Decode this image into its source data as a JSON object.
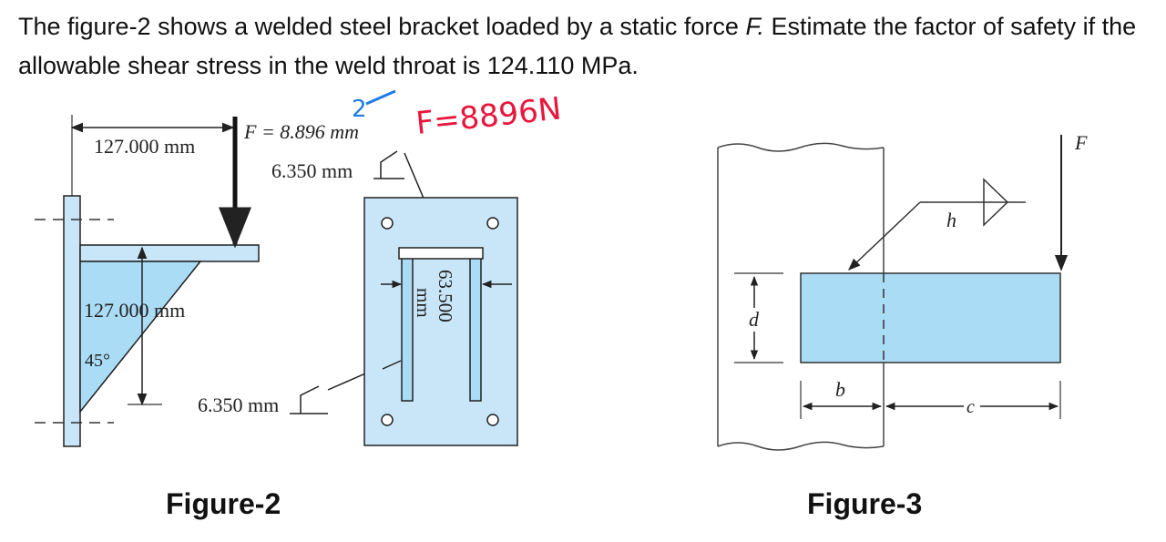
{
  "problem": {
    "part1": "The figure-2 shows a welded steel bracket loaded by a static force ",
    "force_symbol": "F.",
    "part2": " Estimate the factor of safety if the allowable shear stress in the weld throat is 124.110 MPa."
  },
  "figure2": {
    "caption": "Figure-2",
    "dim_top_length": "127.000 mm",
    "force_label": "F = 8.896 mm",
    "weld_size_top": "6.350 mm",
    "dim_vertical": "127.000 mm",
    "angle_label": "45°",
    "weld_size_bottom": "6.350 mm",
    "dim_plate_width_value": "63.500",
    "dim_plate_width_unit": "mm"
  },
  "handwriting": {
    "red_note": "F=8896N",
    "blue_note": "2"
  },
  "figure3": {
    "caption": "Figure-3",
    "force_symbol": "F",
    "weld_symbol": "h",
    "depth_symbol": "d",
    "width_symbol": "b",
    "distance_symbol": "c"
  },
  "colors": {
    "steel_fill": "#c8e6f7",
    "weld_fill": "#aadcf5",
    "handwriting_red": "#e8163c",
    "handwriting_blue": "#1e7be6"
  }
}
